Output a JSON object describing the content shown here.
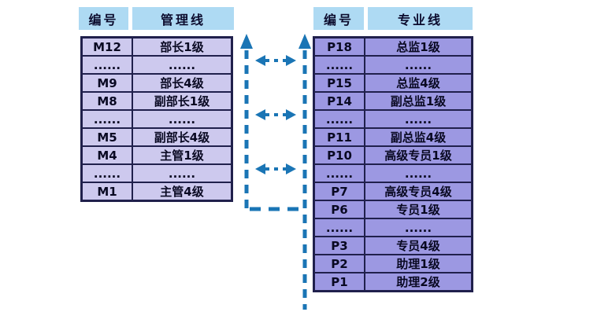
{
  "diagram": {
    "colors": {
      "header_bg": "#AEDAF3",
      "management_row_bg": "#CDC9EE",
      "professional_row_bg": "#9C98E2",
      "table_border": "#20204C",
      "arrow": "#1A75B5",
      "text": "#090922"
    },
    "icons": {
      "up_arrow_left": "up-arrow-icon",
      "up_arrow_right": "up-arrow-icon",
      "cross_arrows": "double-headed-dashed-arrow-icon"
    },
    "management": {
      "header": {
        "code": "编号",
        "title": "管理线"
      },
      "rows": [
        {
          "code": "M12",
          "title": "部长1级"
        },
        {
          "code": "......",
          "title": "......"
        },
        {
          "code": "M9",
          "title": "部长4级"
        },
        {
          "code": "M8",
          "title": "副部长1级"
        },
        {
          "code": "......",
          "title": "......"
        },
        {
          "code": "M5",
          "title": "副部长4级"
        },
        {
          "code": "M4",
          "title": "主管1级"
        },
        {
          "code": "......",
          "title": "......"
        },
        {
          "code": "M1",
          "title": "主管4级"
        }
      ]
    },
    "professional": {
      "header": {
        "code": "编号",
        "title": "专业线"
      },
      "rows": [
        {
          "code": "P18",
          "title": "总监1级"
        },
        {
          "code": "......",
          "title": "......"
        },
        {
          "code": "P15",
          "title": "总监4级"
        },
        {
          "code": "P14",
          "title": "副总监1级"
        },
        {
          "code": "......",
          "title": "......"
        },
        {
          "code": "P11",
          "title": "副总监4级"
        },
        {
          "code": "P10",
          "title": "高级专员1级"
        },
        {
          "code": "......",
          "title": "......"
        },
        {
          "code": "P7",
          "title": "高级专员4级"
        },
        {
          "code": "P6",
          "title": "专员1级"
        },
        {
          "code": "......",
          "title": "......"
        },
        {
          "code": "P3",
          "title": "专员4级"
        },
        {
          "code": "P2",
          "title": "助理1级"
        },
        {
          "code": "P1",
          "title": "助理2级"
        }
      ]
    }
  }
}
